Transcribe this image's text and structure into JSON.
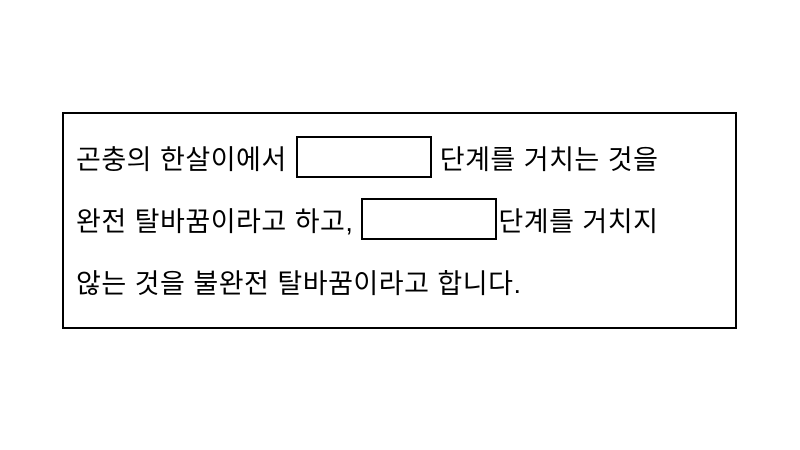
{
  "colors": {
    "background": "#ffffff",
    "border": "#000000",
    "text": "#000000"
  },
  "question": {
    "line1": {
      "before": "곤충의 한살이에서",
      "after": "단계를 거치는 것을"
    },
    "line2": {
      "before": "완전 탈바꿈이라고 하고,",
      "after": "단계를 거치지"
    },
    "line3": {
      "text": "않는 것을 불완전 탈바꿈이라고 합니다."
    },
    "blanks": [
      {
        "value": ""
      },
      {
        "value": ""
      }
    ]
  }
}
